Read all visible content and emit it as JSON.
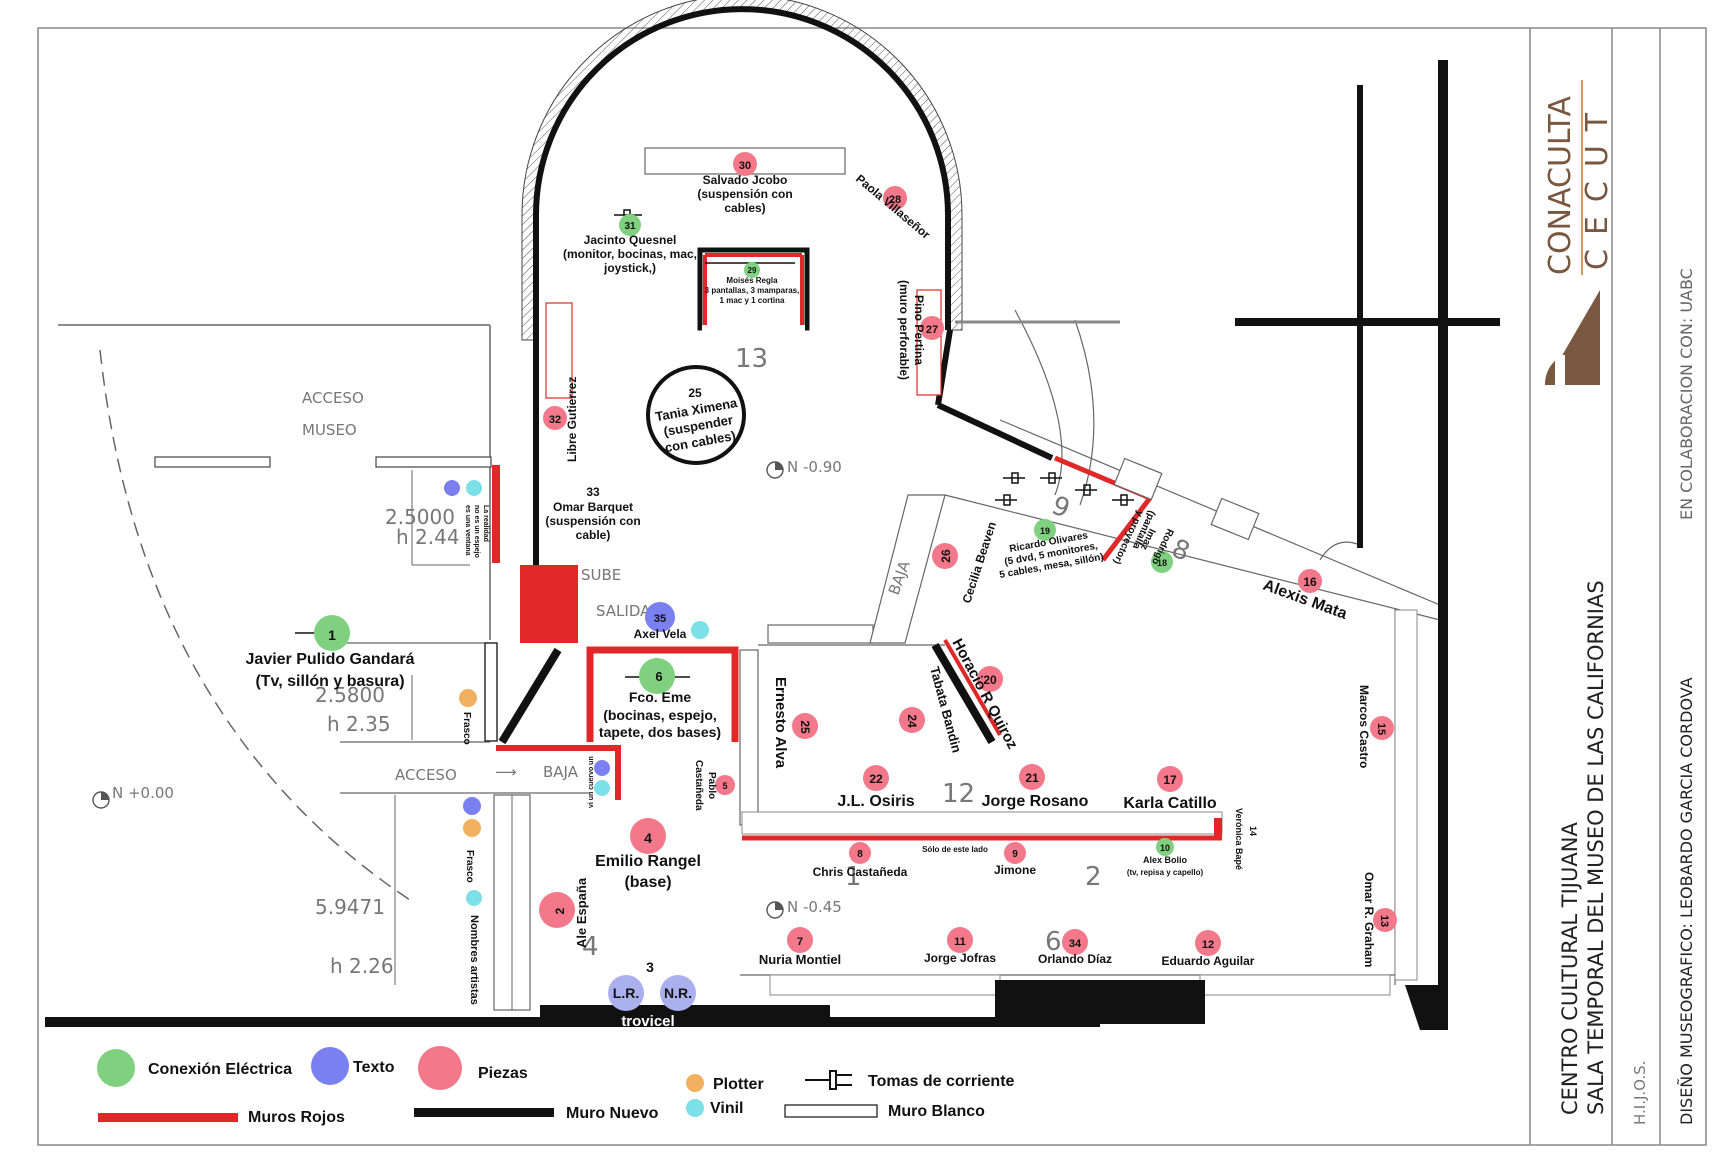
{
  "colors": {
    "red_wall": "#e02828",
    "new_wall": "#111111",
    "electric": "#7fd07f",
    "text_marker": "#7b80f0",
    "piece": "#f2788a",
    "plotter": "#f0b060",
    "vinyl": "#7be0e8",
    "brand": "#7a5840"
  },
  "room_labels": {
    "acceso_museo_1": "ACCESO",
    "acceso_museo_2": "MUSEO",
    "acceso": "ACCESO",
    "baja_1": "BAJA",
    "baja_2": "BAJA",
    "sube": "SUBE",
    "salida": "SALIDA",
    "room_13": "13",
    "room_12": "12",
    "room_2": "2",
    "room_4": "4",
    "room_1": "1",
    "room_6": "6",
    "room_8": "8",
    "room_9": "9",
    "dim_1": "2.5000",
    "dim_1h": "h 2.44",
    "dim_2": "2.5800",
    "dim_2h": "h 2.35",
    "dim_3": "5.9471",
    "dim_3h": "h 2.26",
    "level_1": "N +0.00",
    "level_2": "N -0.90",
    "level_3": "N -0.45"
  },
  "artists": {
    "a30_num": "30",
    "a30_l1": "Salvado Jcobo",
    "a30_l2": "(suspensión con",
    "a30_l3": "cables)",
    "a28_num": "28",
    "a28_name": "Paola Villaseñor",
    "a31_num": "31",
    "a31_l1": "Jacinto Quesnel",
    "a31_l2": "(monitor, bocinas, mac,",
    "a31_l3": "joystick,)",
    "a29_num": "29",
    "a29_l1": "Moisés Regla",
    "a29_l2": "3 pantallas, 3 mamparas,",
    "a29_l3": "1 mac y 1 cortina",
    "a27_num": "27",
    "a27_l1": "Pino Pertina",
    "a27_l2": "(muro perforable)",
    "a25t_l1": "25",
    "a25t_l2": "Tania Ximena",
    "a25t_l3": "(suspender",
    "a25t_l4": "con cables)",
    "a32_num": "32",
    "a32_name": "Libre Gutierrez",
    "a33_l1": "33",
    "a33_l2": "Omar Barquet",
    "a33_l3": "(suspensión con",
    "a33_l4": "cable)",
    "realidad_l1": "La realidad",
    "realidad_l2": "no es un espejo",
    "realidad_l3": "es una ventana",
    "a1_num": "1",
    "a1_l1": "Javier Pulido Gandará",
    "a1_l2": "(Tv, sillón y basura)",
    "frasco_1": "Frasco",
    "frasco_2": "Frasco",
    "nombres": "Nombres artistas",
    "a35_num": "35",
    "a35_name": "Axel Vela",
    "a6_num": "6",
    "a6_l1": "Fco. Eme",
    "a6_l2": "(bocinas, espejo,",
    "a6_l3": "tapete, dos bases)",
    "vinil_side": "vi un cuervo un",
    "a5_num": "5",
    "a5_l1": "Pablo",
    "a5_l2": "Castañeda",
    "a4_num": "4",
    "a4_l1": "Emilio Rangel",
    "a4_l2": "(base)",
    "a2_num": "2",
    "a2_name": "Ale España",
    "a3_num": "3",
    "a3_lr": "L.R.",
    "a3_nr": "N.R.",
    "a3_name": "trovicel",
    "a26_num": "26",
    "a26_name": "Cecilia Beaven",
    "a19_num": "19",
    "a19_l1": "Ricardo Olivares",
    "a19_l2": "(5 dvd, 5 monitores,",
    "a19_l3": "5 cables, mesa, sillón)",
    "a18_num": "18",
    "a18_l1": "Rodrigo",
    "a18_l2": "Imaz",
    "a18_l3": "(pantalla",
    "a18_l4": "y proyector)",
    "a16_num": "16",
    "a16_name": "Alexis Mata",
    "a20_num": "20",
    "a20_name": "Horacio R Quiroz",
    "a24_num": "24",
    "a24_name": "Tabata Bandin",
    "a25_num": "25",
    "a25_name": "Ernesto Alva",
    "a15_num": "15",
    "a15_name": "Marcos Castro",
    "a22_num": "22",
    "a22_name": "J.L. Osiris",
    "a21_num": "21",
    "a21_name": "Jorge Rosano",
    "a17_num": "17",
    "a17_name": "Karla Catillo",
    "a14_num": "14",
    "a14_name": "Verónica Bapé",
    "solo": "Sólo de este lado",
    "a8_num": "8",
    "a8_name": "Chris Castañeda",
    "a9_num": "9",
    "a9_name": "Jimone",
    "a10_num": "10",
    "a10_l1": "Alex Bolio",
    "a10_l2": "(tv, repisa y capello)",
    "a13_num": "13",
    "a13_name": "Omar R. Graham",
    "a7_num": "7",
    "a7_name": "Nuria Montiel",
    "a11_num": "11",
    "a11_name": "Jorge Jofras",
    "a34_num": "34",
    "a34_name": "Orlando Díaz",
    "a12_num": "12",
    "a12_name": "Eduardo Aguilar"
  },
  "legend": {
    "electric": "Conexión Eléctrica",
    "text": "Texto",
    "pieces": "Piezas",
    "plotter": "Plotter",
    "vinyl": "Vinil",
    "outlets": "Tomas de corriente",
    "red_walls": "Muros Rojos",
    "new_wall": "Muro Nuevo",
    "white_wall": "Muro Blanco"
  },
  "side_panel": {
    "title_1": "CENTRO CULTURAL TIJUANA",
    "title_2": "SALA TEMPORAL DEL MUSEO DE LAS CALIFORNIAS",
    "hijos": "H.I.J.O.S.",
    "design": "DISEÑO MUSEOGRAFICO: LEOBARDO GARCIA CORDOVA",
    "collab": "EN COLABORACION CON: UABC",
    "brand_1": "CONACULTA",
    "brand_2": "CECUT"
  }
}
